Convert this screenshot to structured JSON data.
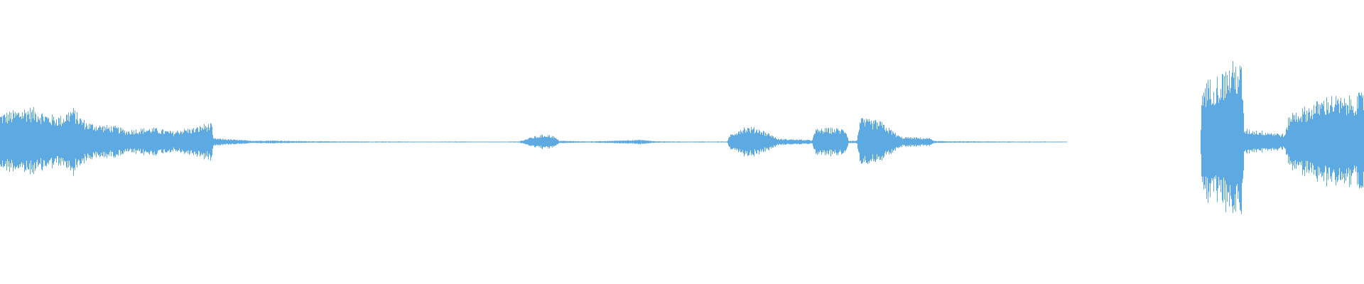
{
  "waveform": {
    "color": "#5DA9E2",
    "background": "#FFFFFF",
    "amplitude_profile": [
      [
        0.0,
        0.22
      ],
      [
        0.01,
        0.24
      ],
      [
        0.02,
        0.27
      ],
      [
        0.028,
        0.25
      ],
      [
        0.035,
        0.21
      ],
      [
        0.045,
        0.2
      ],
      [
        0.053,
        0.27
      ],
      [
        0.058,
        0.2
      ],
      [
        0.064,
        0.15
      ],
      [
        0.075,
        0.13
      ],
      [
        0.085,
        0.12
      ],
      [
        0.093,
        0.09
      ],
      [
        0.098,
        0.1
      ],
      [
        0.112,
        0.11
      ],
      [
        0.127,
        0.08
      ],
      [
        0.132,
        0.1
      ],
      [
        0.143,
        0.11
      ],
      [
        0.15,
        0.14
      ],
      [
        0.155,
        0.14
      ],
      [
        0.156,
        0.03
      ],
      [
        0.17,
        0.02
      ],
      [
        0.185,
        0.01
      ],
      [
        0.2,
        0.012
      ],
      [
        0.215,
        0.008
      ],
      [
        0.23,
        0.006
      ],
      [
        0.25,
        0.005
      ],
      [
        0.28,
        0.004
      ],
      [
        0.32,
        0.003
      ],
      [
        0.33,
        0.004
      ],
      [
        0.355,
        0.003
      ],
      [
        0.37,
        0.003
      ],
      [
        0.38,
        0.004
      ],
      [
        0.39,
        0.04
      ],
      [
        0.4,
        0.06
      ],
      [
        0.405,
        0.05
      ],
      [
        0.41,
        0.01
      ],
      [
        0.43,
        0.005
      ],
      [
        0.445,
        0.008
      ],
      [
        0.46,
        0.015
      ],
      [
        0.47,
        0.018
      ],
      [
        0.48,
        0.006
      ],
      [
        0.5,
        0.004
      ],
      [
        0.52,
        0.004
      ],
      [
        0.533,
        0.004
      ],
      [
        0.535,
        0.06
      ],
      [
        0.545,
        0.12
      ],
      [
        0.555,
        0.11
      ],
      [
        0.565,
        0.06
      ],
      [
        0.57,
        0.025
      ],
      [
        0.585,
        0.02
      ],
      [
        0.595,
        0.015
      ],
      [
        0.598,
        0.1
      ],
      [
        0.61,
        0.11
      ],
      [
        0.62,
        0.1
      ],
      [
        0.622,
        0.01
      ],
      [
        0.628,
        0.01
      ],
      [
        0.63,
        0.18
      ],
      [
        0.645,
        0.16
      ],
      [
        0.655,
        0.08
      ],
      [
        0.66,
        0.04
      ],
      [
        0.682,
        0.03
      ],
      [
        0.685,
        0.008
      ],
      [
        0.7,
        0.006
      ],
      [
        0.72,
        0.005
      ],
      [
        0.745,
        0.004
      ],
      [
        0.76,
        0.004
      ],
      [
        0.78,
        0.003
      ],
      [
        0.782,
        0.0
      ],
      [
        0.88,
        0.0
      ],
      [
        0.881,
        0.45
      ],
      [
        0.895,
        0.52
      ],
      [
        0.905,
        0.62
      ],
      [
        0.91,
        0.58
      ],
      [
        0.912,
        0.1
      ],
      [
        0.93,
        0.08
      ],
      [
        0.942,
        0.06
      ],
      [
        0.945,
        0.22
      ],
      [
        0.96,
        0.28
      ],
      [
        0.975,
        0.36
      ],
      [
        0.985,
        0.33
      ],
      [
        1.0,
        0.38
      ]
    ]
  }
}
